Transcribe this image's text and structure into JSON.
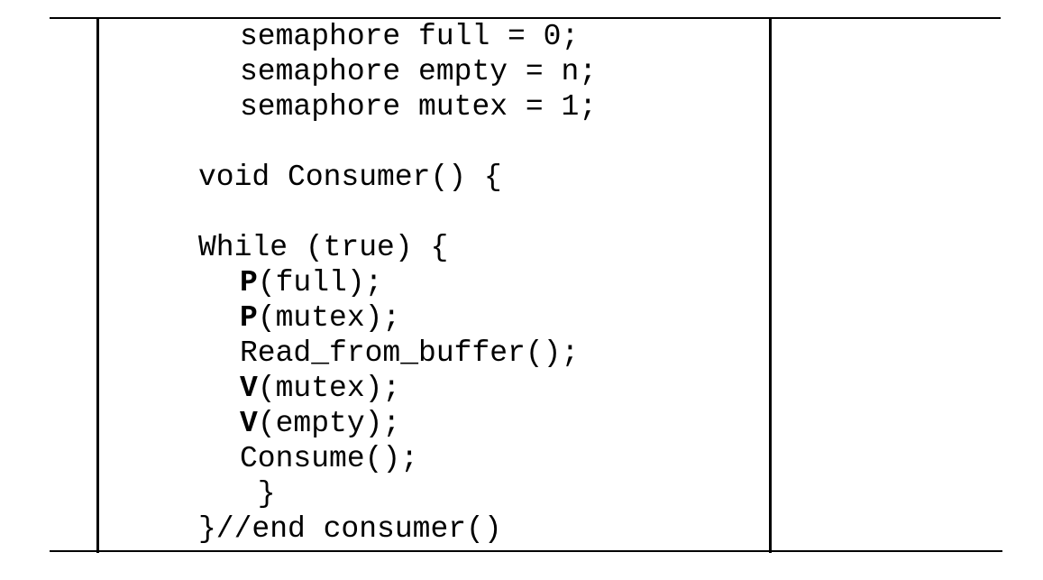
{
  "document": {
    "type": "code-listing",
    "language": "c-like-pseudocode",
    "background_color": "#ffffff",
    "text_color": "#000000",
    "rule_color": "#000000"
  },
  "code": {
    "lines": [
      {
        "id": "l1",
        "indent": "a",
        "bold_prefix": "",
        "text": "semaphore full = 0;"
      },
      {
        "id": "l2",
        "indent": "a",
        "bold_prefix": "",
        "text": "semaphore empty = n;"
      },
      {
        "id": "l3",
        "indent": "a",
        "bold_prefix": "",
        "text": "semaphore mutex = 1;"
      },
      {
        "id": "l4",
        "indent": "a",
        "bold_prefix": "",
        "text": ""
      },
      {
        "id": "l5",
        "indent": "b",
        "bold_prefix": "",
        "text": "void Consumer() {"
      },
      {
        "id": "l6",
        "indent": "a",
        "bold_prefix": "",
        "text": ""
      },
      {
        "id": "l7",
        "indent": "b",
        "bold_prefix": "",
        "text": "While (true) {"
      },
      {
        "id": "l8",
        "indent": "a",
        "bold_prefix": "P",
        "text": "(full);"
      },
      {
        "id": "l9",
        "indent": "a",
        "bold_prefix": "P",
        "text": "(mutex);"
      },
      {
        "id": "l10",
        "indent": "a",
        "bold_prefix": "",
        "text": "Read_from_buffer();"
      },
      {
        "id": "l11",
        "indent": "a",
        "bold_prefix": "V",
        "text": "(mutex);"
      },
      {
        "id": "l12",
        "indent": "a",
        "bold_prefix": "V",
        "text": "(empty);"
      },
      {
        "id": "l13",
        "indent": "a",
        "bold_prefix": "",
        "text": "Consume();"
      },
      {
        "id": "l14",
        "indent": "a",
        "bold_prefix": "",
        "text": " }"
      },
      {
        "id": "l15",
        "indent": "b",
        "bold_prefix": "",
        "text": "}//end consumer()"
      }
    ]
  },
  "right_column": {
    "content": ""
  }
}
